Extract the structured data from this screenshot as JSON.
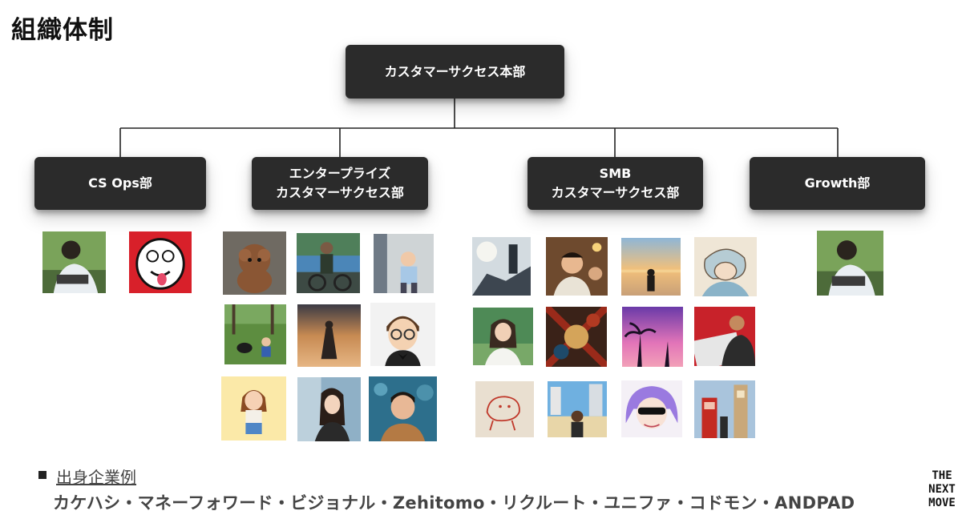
{
  "page": {
    "title": "組織体制"
  },
  "org": {
    "root": "カスタマーサクセス本部",
    "departments": [
      {
        "label": "CS Ops部"
      },
      {
        "label": "エンタープライズ\nカスタマーサクセス部"
      },
      {
        "label": "SMB\nカスタマーサクセス部"
      },
      {
        "label": "Growth部"
      }
    ]
  },
  "examples": {
    "heading": "出身企業例",
    "companies": "カケハシ・マネーフォワード・ビジョナル・Zehitomo・リクルート・ユニファ・コドモン・ANDPAD"
  },
  "logo": {
    "line1": "THE",
    "line2": "NEXT",
    "line3": "MOVE"
  },
  "colors": {
    "node_bg": "#2b2b2b",
    "node_text": "#ffffff",
    "connector": "#222222"
  }
}
